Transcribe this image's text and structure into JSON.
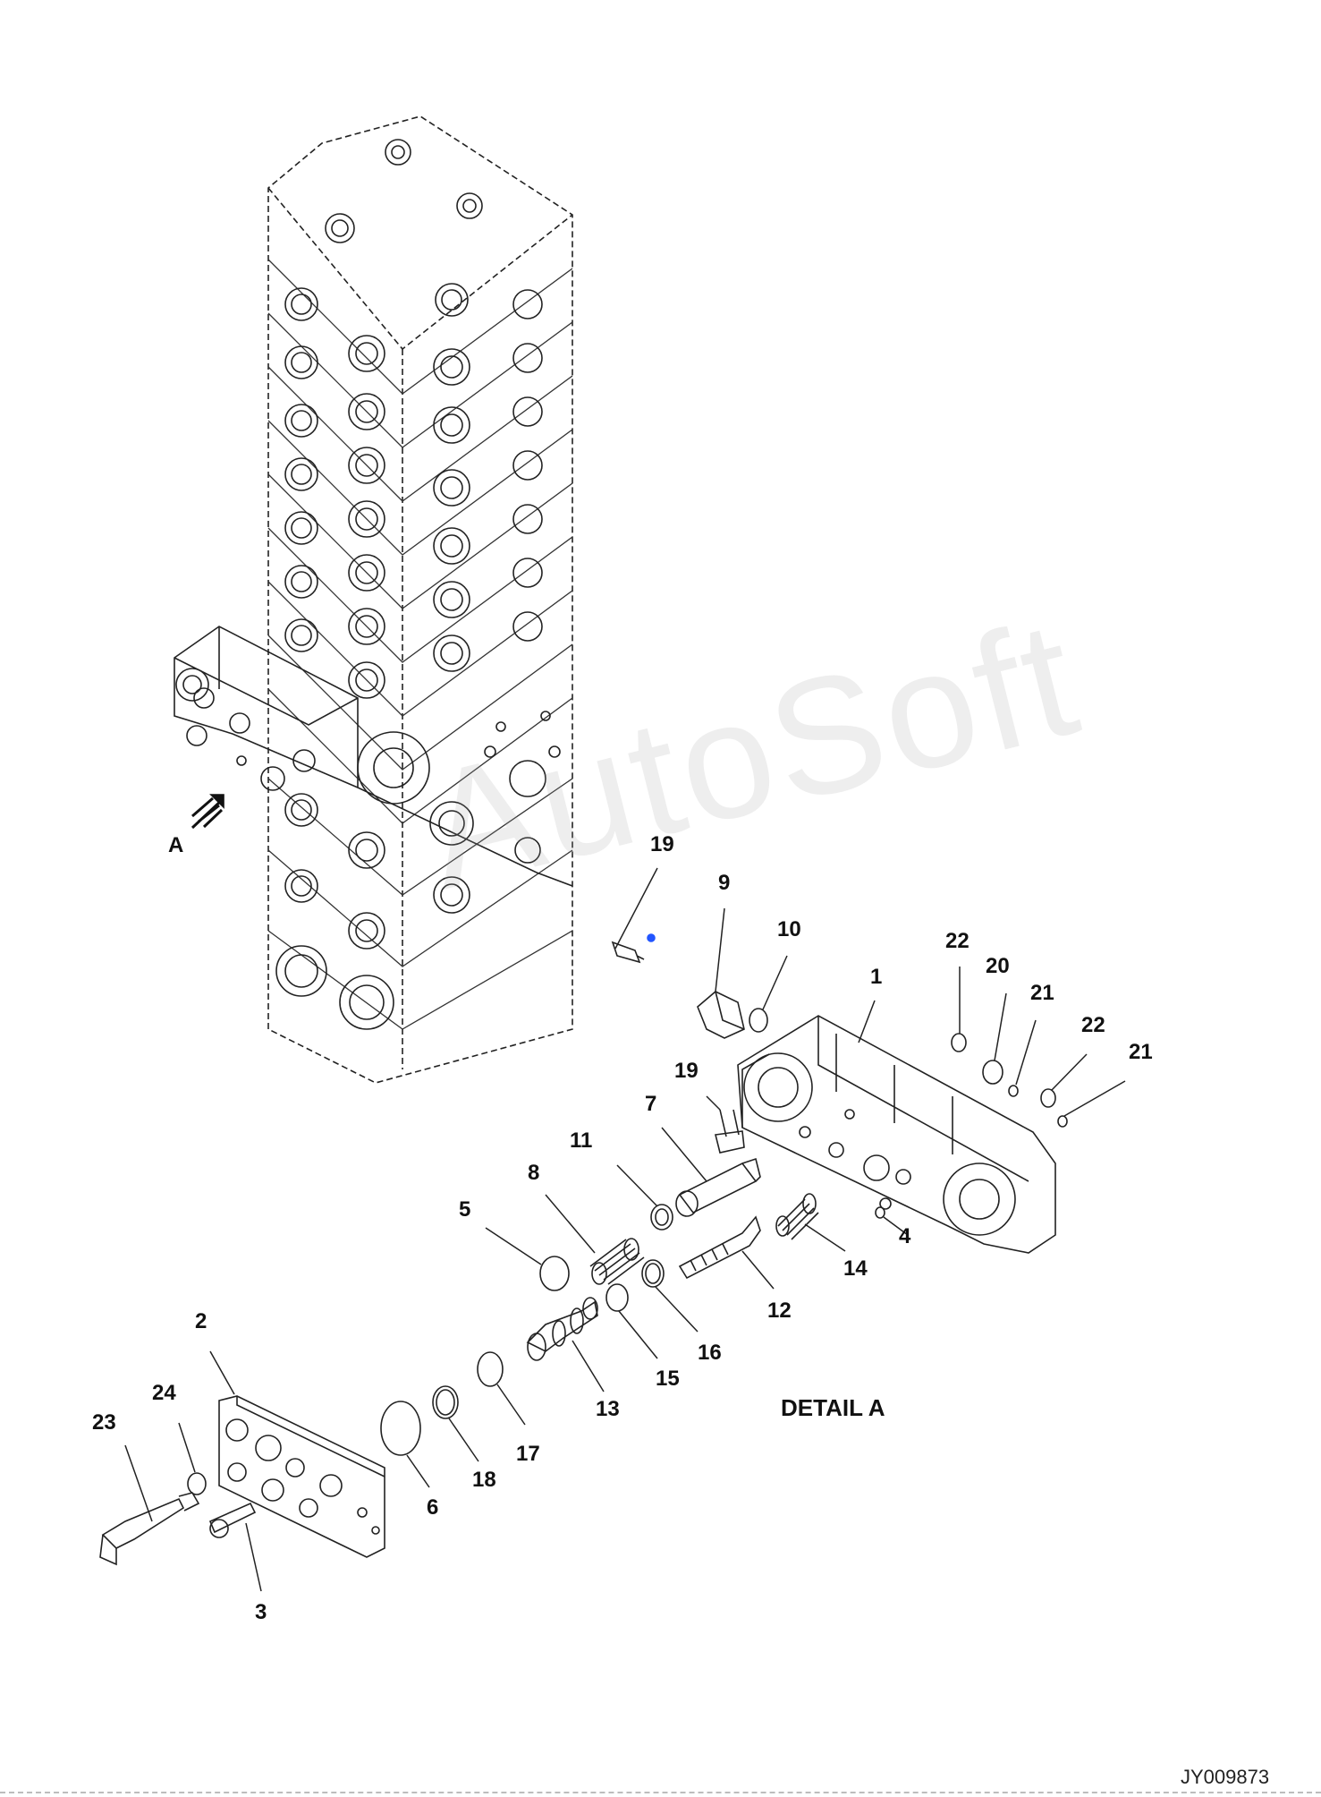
{
  "view_label": "A",
  "detail_title": "DETAIL A",
  "watermark": "AutoSoft",
  "drawing_code": "JY009873",
  "callouts": [
    {
      "id": "1",
      "text": "1"
    },
    {
      "id": "2",
      "text": "2"
    },
    {
      "id": "3",
      "text": "3"
    },
    {
      "id": "4",
      "text": "4"
    },
    {
      "id": "5",
      "text": "5"
    },
    {
      "id": "6",
      "text": "6"
    },
    {
      "id": "7",
      "text": "7"
    },
    {
      "id": "8",
      "text": "8"
    },
    {
      "id": "9",
      "text": "9"
    },
    {
      "id": "10",
      "text": "10"
    },
    {
      "id": "11",
      "text": "11"
    },
    {
      "id": "12",
      "text": "12"
    },
    {
      "id": "13",
      "text": "13"
    },
    {
      "id": "14",
      "text": "14"
    },
    {
      "id": "15",
      "text": "15"
    },
    {
      "id": "16",
      "text": "16"
    },
    {
      "id": "17",
      "text": "17"
    },
    {
      "id": "18",
      "text": "18"
    },
    {
      "id": "19a",
      "text": "19"
    },
    {
      "id": "19b",
      "text": "19"
    },
    {
      "id": "20",
      "text": "20"
    },
    {
      "id": "21a",
      "text": "21"
    },
    {
      "id": "21b",
      "text": "21"
    },
    {
      "id": "22a",
      "text": "22"
    },
    {
      "id": "22b",
      "text": "22"
    },
    {
      "id": "23",
      "text": "23"
    },
    {
      "id": "24",
      "text": "24"
    }
  ]
}
